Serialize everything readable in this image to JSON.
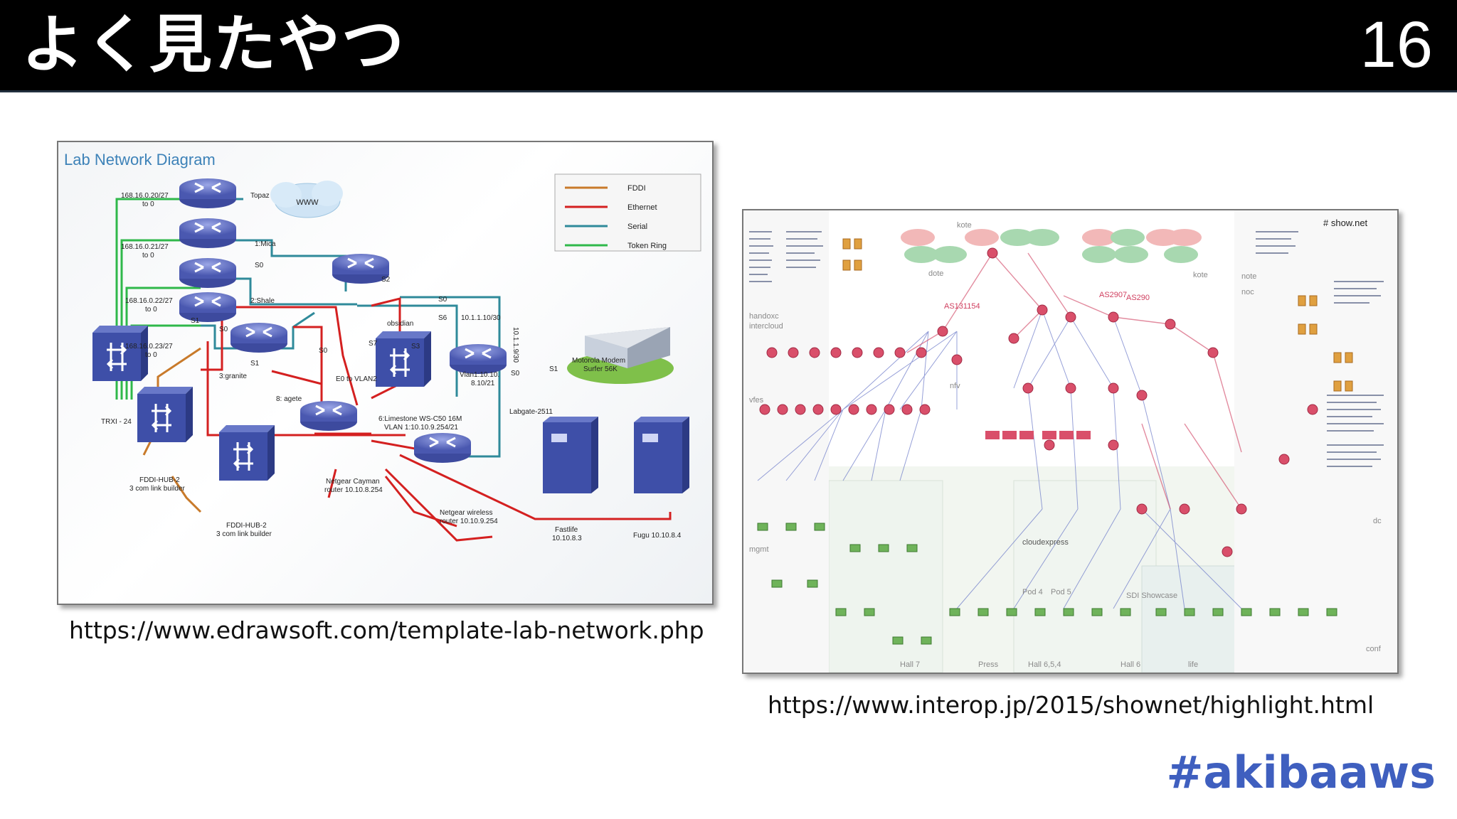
{
  "slide": {
    "title": "よく見たやつ",
    "page_number": "16",
    "hashtag": "#akibaaws"
  },
  "left_figure": {
    "diagram_title": "Lab Network Diagram",
    "caption": "https://www.edrawsoft.com/template-lab-network.php",
    "legend": [
      {
        "label": "FDDI",
        "color": "#c87a2a"
      },
      {
        "label": "Ethernet",
        "color": "#d42020"
      },
      {
        "label": "Serial",
        "color": "#2f8a9a"
      },
      {
        "label": "Token Ring",
        "color": "#2fb84a"
      }
    ],
    "labels": {
      "net1": "168.16.0.20/27",
      "net1_to": "to 0",
      "topaz": "Topaz",
      "www": "WWW",
      "net2": "168.16.0.21/27",
      "net2_to": "to 0",
      "mica": "1:Mica",
      "s0_a": "S0",
      "net3": "168.16.0.22/27",
      "net3_to": "to 0",
      "shale": "2:Shale",
      "s1_a": "S1",
      "s0_b": "S0",
      "net4": "168.16.0.23/27",
      "net4_to": "to 0",
      "s1_b": "S1",
      "granite": "3:granite",
      "s2": "S2",
      "s0_c": "S0",
      "obsidian": "obsidian",
      "s6": "S6",
      "s7": "S7",
      "s3": "S3",
      "ip1": "10.1.1.10/30",
      "ip2": "10.1.1.9/30",
      "s0_d": "S0",
      "e0vlan": "E0 to VLAN2",
      "agete": "8: agete",
      "vlan1a": "Vlan1:10.10.",
      "vlan1b": "8.10/21",
      "s0_e": "S0",
      "s1_c": "S1",
      "labgate": "Labgate-2511",
      "motorola1": "Motorola Modem",
      "motorola2": "Surfer 56K",
      "limestone1": "6:Limestone WS-C50 16M",
      "limestone2": "VLAN 1:10.10.9.254/21",
      "trx": "TRXI - 24",
      "fddihub1a": "FDDI-HUB-2",
      "fddihub1b": "3 com link builder",
      "fddihub2a": "FDDI-HUB-2",
      "fddihub2b": "3 com link builder",
      "cayman1": "Netgear Cayman",
      "cayman2": "router 10.10.8.254",
      "wireless1": "Netgear wireless",
      "wireless2": "router 10.10.9.254",
      "fastlife1": "Fastlife",
      "fastlife2": "10.10.8.3",
      "fugu": "Fugu 10.10.8.4"
    }
  },
  "right_figure": {
    "caption": "https://www.interop.jp/2015/shownet/highlight.html",
    "brand": "# show.net",
    "labels": {
      "kote1": "kote",
      "dote": "dote",
      "kote2": "kote",
      "note": "note",
      "noc": "noc",
      "as131154": "AS131154",
      "as2907": "AS2907",
      "as290": "AS290",
      "handoxc": "handoxc",
      "intercloud": "intercloud",
      "nfv": "nfv",
      "vfes": "vfes",
      "mgmt": "mgmt",
      "cloudexpress": "cloudexpress",
      "hall7": "Hall 7",
      "hall654": "Hall 6,5,4",
      "hall6": "Hall 6",
      "press": "Press",
      "life": "life",
      "dc": "dc",
      "conf": "conf",
      "sdi": "SDI Showcase",
      "pod4": "Pod 4",
      "pod5": "Pod 5"
    }
  }
}
